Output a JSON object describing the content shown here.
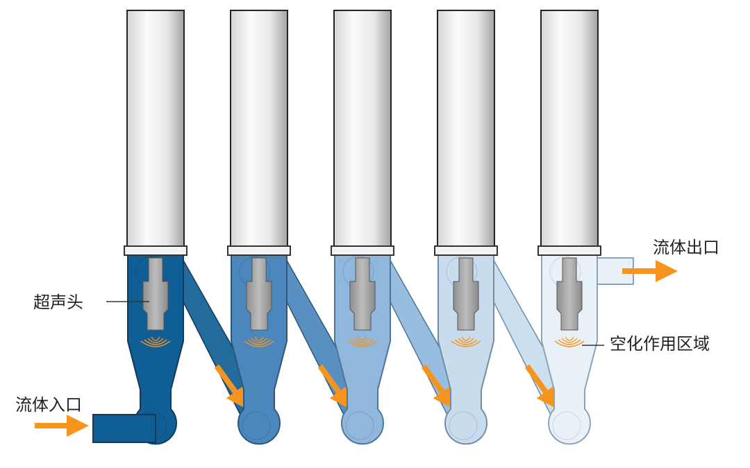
{
  "labels": {
    "transducer": "超声头",
    "inlet": "流体入口",
    "outlet": "流体出口",
    "cavitation": "空化作用区域"
  },
  "stages": [
    {
      "fill": "#0f5e95",
      "stroke": "#123a5a"
    },
    {
      "fill": "#4b87bd",
      "stroke": "#2d5678"
    },
    {
      "fill": "#8fb8dc",
      "stroke": "#4d7597"
    },
    {
      "fill": "#c8dced",
      "stroke": "#6e8ea8"
    },
    {
      "fill": "#e9f1f8",
      "stroke": "#8ca2b5"
    }
  ],
  "colors": {
    "arrow": "#f7941d",
    "waves": "#f7941d",
    "transducer": "#a2a2a2",
    "column_light": "#f7f7f7",
    "column_dark": "#a8a8a8"
  }
}
